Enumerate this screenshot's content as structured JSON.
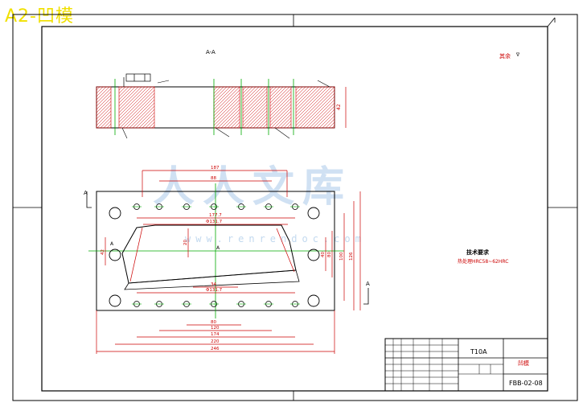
{
  "sheet_title": "A2-凹模",
  "section_label": "A-A",
  "surface_note": "其余",
  "tech_req_title": "技术要求",
  "tech_req_line": "热处理HRC58~62HRC",
  "material": "T10A",
  "drawing_no": "FBB-02-08",
  "part_name": "凹模",
  "watermark": {
    "text": "人人文库",
    "url": "www.renrendoc.com"
  },
  "dims": {
    "top_outer": "187",
    "top_inner": "88",
    "dim_177": "177.7",
    "dim_1317": "Φ131.7",
    "dim_34": "34",
    "dim_1317b": "Φ131.7",
    "dim_80": "80",
    "dim_120": "120",
    "dim_174": "174",
    "dim_220": "220",
    "dim_246": "246",
    "h_40": "40",
    "h_80": "80",
    "h_100": "100",
    "h_126": "126",
    "h_20": "20",
    "h_42": "42",
    "mark_A_left": "A",
    "mark_A_right": "A",
    "mark_A_center": "A",
    "mark_A_bottom": "A"
  },
  "colors": {
    "outline": "#000000",
    "dim": "#cc0000",
    "center": "#00aa00",
    "hatch": "#cc0000",
    "border": "#000000"
  }
}
